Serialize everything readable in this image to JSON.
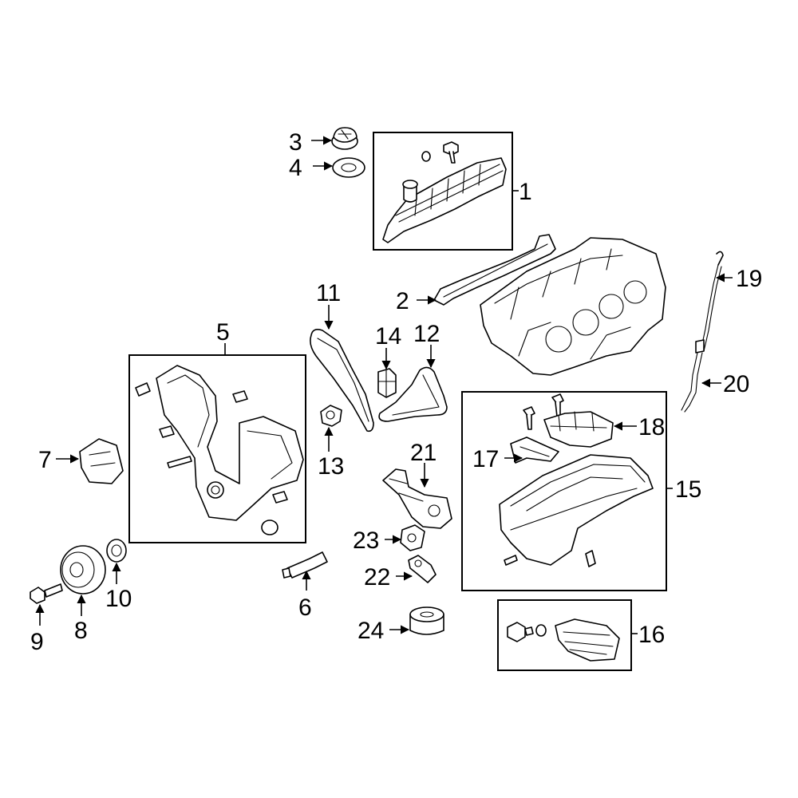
{
  "highlight_color": "#2b3f9e",
  "callouts": [
    {
      "id": "1",
      "text": "1"
    },
    {
      "id": "2",
      "text": "2"
    },
    {
      "id": "3",
      "text": "3"
    },
    {
      "id": "4",
      "text": "4"
    },
    {
      "id": "5",
      "text": "5"
    },
    {
      "id": "6",
      "text": "6"
    },
    {
      "id": "7",
      "text": "7"
    },
    {
      "id": "8",
      "text": "8"
    },
    {
      "id": "9",
      "text": "9"
    },
    {
      "id": "10",
      "text": "10"
    },
    {
      "id": "11",
      "text": "11"
    },
    {
      "id": "12",
      "text": "12"
    },
    {
      "id": "13",
      "text": "13"
    },
    {
      "id": "14",
      "text": "14"
    },
    {
      "id": "15",
      "text": "15"
    },
    {
      "id": "16",
      "text": "16"
    },
    {
      "id": "17",
      "text": "17"
    },
    {
      "id": "18",
      "text": "18"
    },
    {
      "id": "19",
      "text": "19"
    },
    {
      "id": "20",
      "text": "20"
    },
    {
      "id": "21",
      "text": "21"
    },
    {
      "id": "22",
      "text": "22"
    },
    {
      "id": "23",
      "text": "23"
    },
    {
      "id": "24",
      "text": "24"
    }
  ]
}
